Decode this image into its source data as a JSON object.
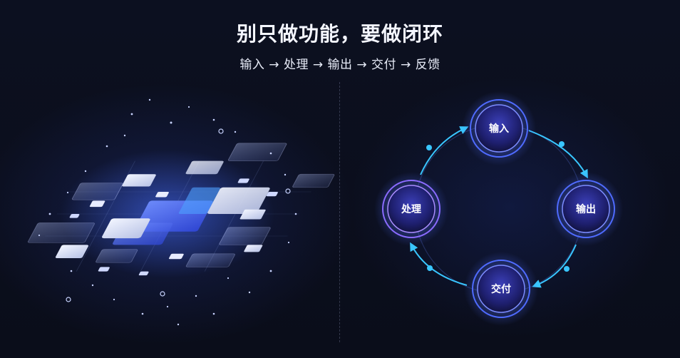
{
  "header": {
    "title": "别只做功能，要做闭环",
    "subtitle": "输入 → 处理 → 输出 → 交付 → 反馈"
  },
  "loop": {
    "nodes": [
      {
        "key": "input",
        "label": "输入"
      },
      {
        "key": "output",
        "label": "输出"
      },
      {
        "key": "delivery",
        "label": "交付"
      },
      {
        "key": "process",
        "label": "处理"
      }
    ]
  },
  "colors": {
    "background": "#0a0d1a",
    "accent_blue": "#3d6bff",
    "accent_cyan": "#39c6ff",
    "node_glow": "#5a6bff",
    "purple": "#8a6bff"
  }
}
